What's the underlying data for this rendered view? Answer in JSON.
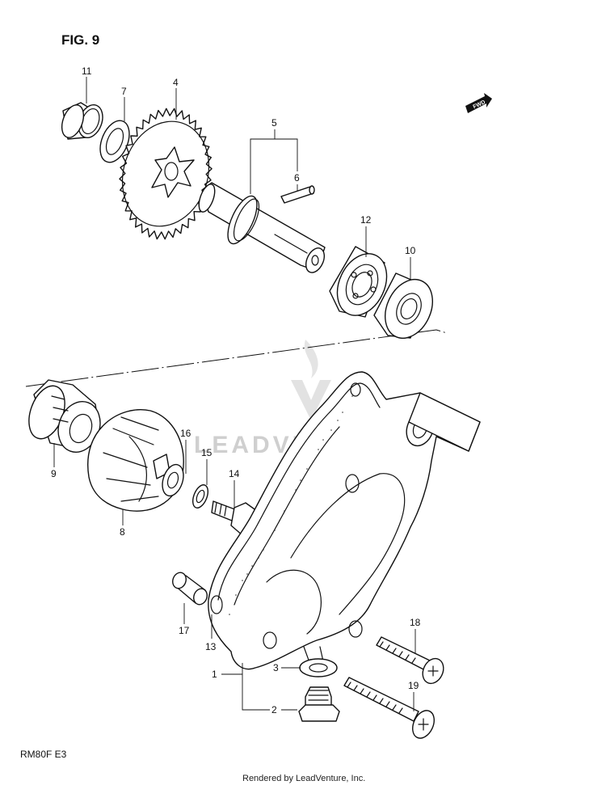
{
  "figure_title": "FIG. 9",
  "model_code": "RM80F  E3",
  "credit": "Rendered by LeadVenture, Inc.",
  "watermark": "LEADVENTURE",
  "fwd_mark": "FWD",
  "callouts": {
    "c1": "1",
    "c2": "2",
    "c3": "3",
    "c4": "4",
    "c5": "5",
    "c6": "6",
    "c7": "7",
    "c8": "8",
    "c9": "9",
    "c10": "10",
    "c11": "11",
    "c12": "12",
    "c13": "13",
    "c14": "14",
    "c15": "15",
    "c16": "16",
    "c17": "17",
    "c18": "18",
    "c19": "19"
  }
}
